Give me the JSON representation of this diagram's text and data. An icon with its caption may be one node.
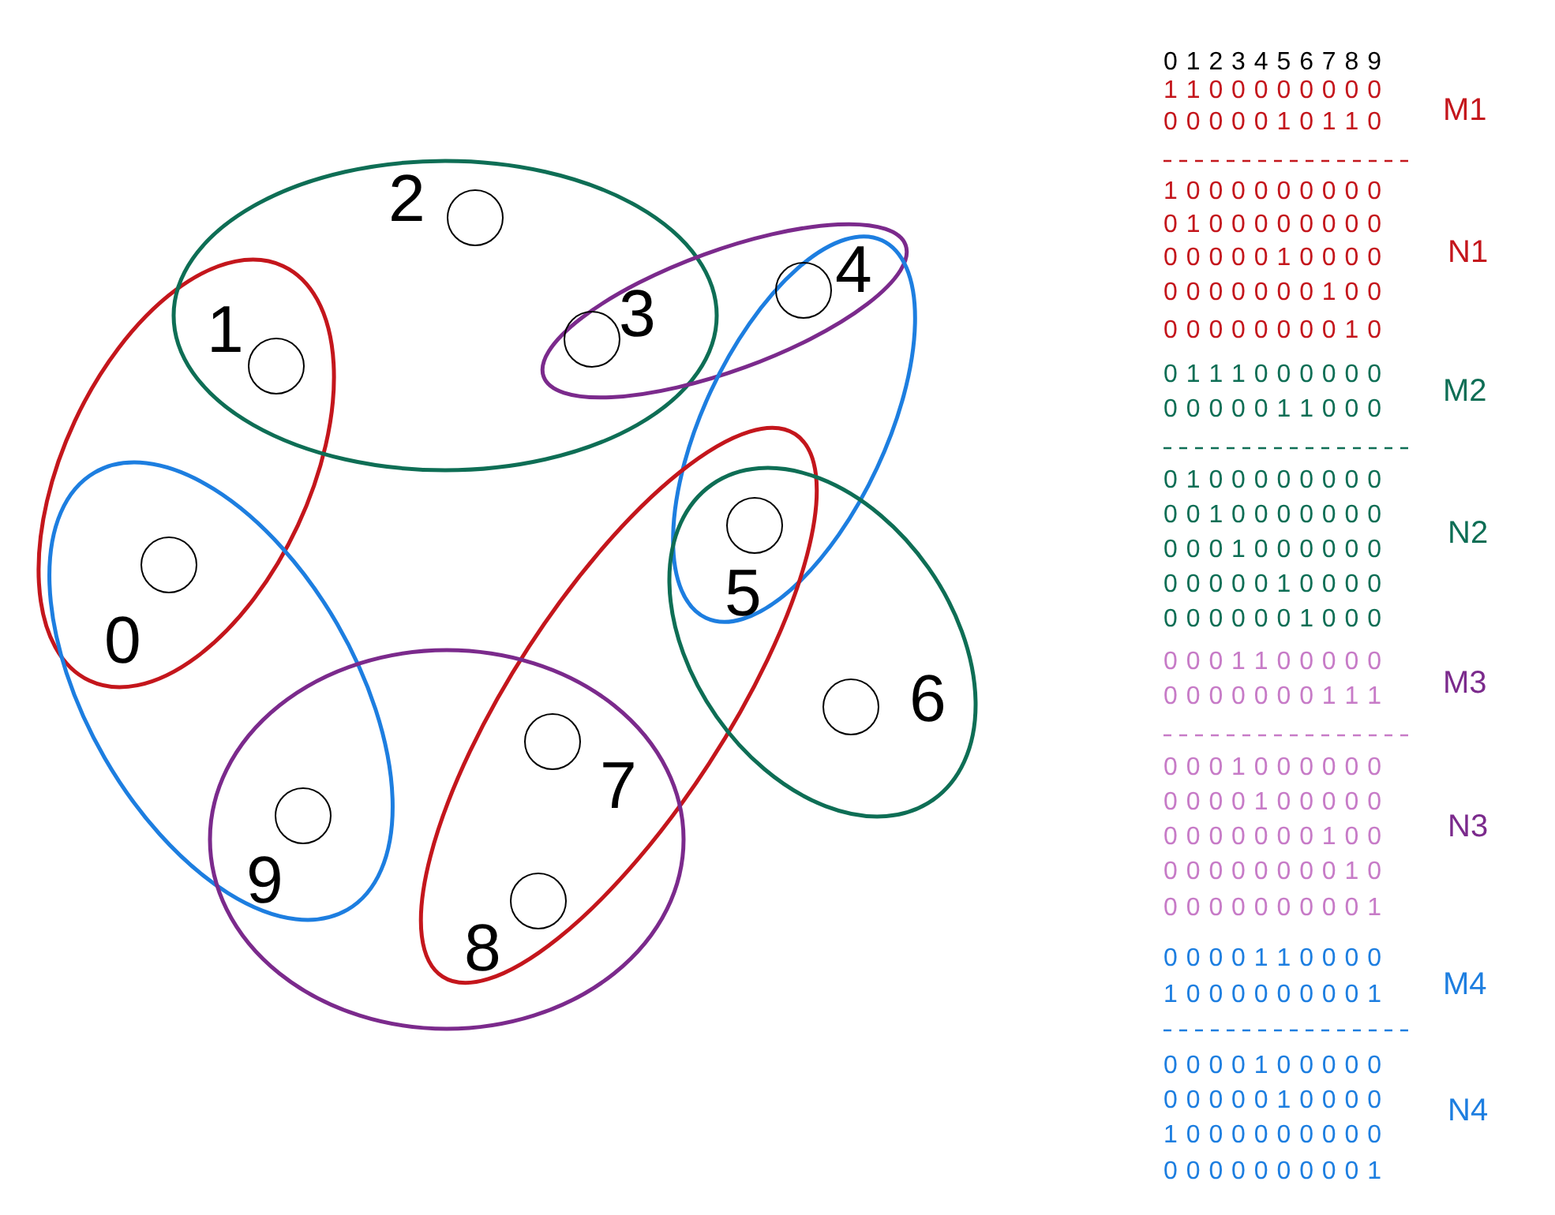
{
  "diagram": {
    "nodes": [
      {
        "text": [],
        "shape": "circle",
        "beside": [
          "0"
        ]
      },
      {
        "text": [],
        "shape": "circle",
        "beside": [
          "1"
        ]
      },
      {
        "text": [],
        "shape": "circle",
        "beside": [
          "2"
        ]
      },
      {
        "text": [],
        "shape": "circle",
        "beside": [
          "3"
        ]
      },
      {
        "text": [],
        "shape": "circle",
        "beside": [
          "4"
        ]
      },
      {
        "text": [],
        "shape": "circle",
        "beside": [
          "5"
        ]
      },
      {
        "text": [],
        "shape": "circle",
        "beside": [
          "6"
        ]
      },
      {
        "text": [],
        "shape": "circle",
        "beside": [
          "7"
        ]
      },
      {
        "text": [],
        "shape": "circle",
        "beside": [
          "8"
        ]
      },
      {
        "text": [],
        "shape": "circle",
        "beside": [
          "9"
        ]
      }
    ],
    "edges": [],
    "labels": [
      "0 1 2 3 4 5 6 7 8 9",
      "1 1 0 0 0 0 0 0 0 0",
      "0 0 0 0 0 1 0 1 1 0",
      "M1",
      "1 0 0 0 0 0 0 0 0 0",
      "0 1 0 0 0 0 0 0 0 0",
      "0 0 0 0 0 1 0 0 0 0",
      "0 0 0 0 0 0 0 1 0 0",
      "0 0 0 0 0 0 0 0 1 0",
      "N1",
      "0 1 1 1 0 0 0 0 0 0",
      "0 0 0 0 0 1 1 0 0 0",
      "M2",
      "0 1 0 0 0 0 0 0 0 0",
      "0 0 1 0 0 0 0 0 0 0",
      "0 0 0 1 0 0 0 0 0 0",
      "0 0 0 0 0 1 0 0 0 0",
      "0 0 0 0 0 0 1 0 0 0",
      "N2",
      "0 0 0 1 1 0 0 0 0 0",
      "0 0 0 0 0 0 0 1 1 1",
      "M3",
      "0 0 0 1 0 0 0 0 0 0",
      "0 0 0 0 1 0 0 0 0 0",
      "0 0 0 0 0 0 0 1 0 0",
      "0 0 0 0 0 0 0 0 1 0",
      "0 0 0 0 0 0 0 0 0 1",
      "N3",
      "0 0 0 0 1 1 0 0 0 0",
      "1 0 0 0 0 0 0 0 0 1",
      "M4",
      "0 0 0 0 1 0 0 0 0 0",
      "0 0 0 0 0 1 0 0 0 0",
      "1 0 0 0 0 0 0 0 0 0",
      "0 0 0 0 0 0 0 0 0 1",
      "N4"
    ]
  }
}
